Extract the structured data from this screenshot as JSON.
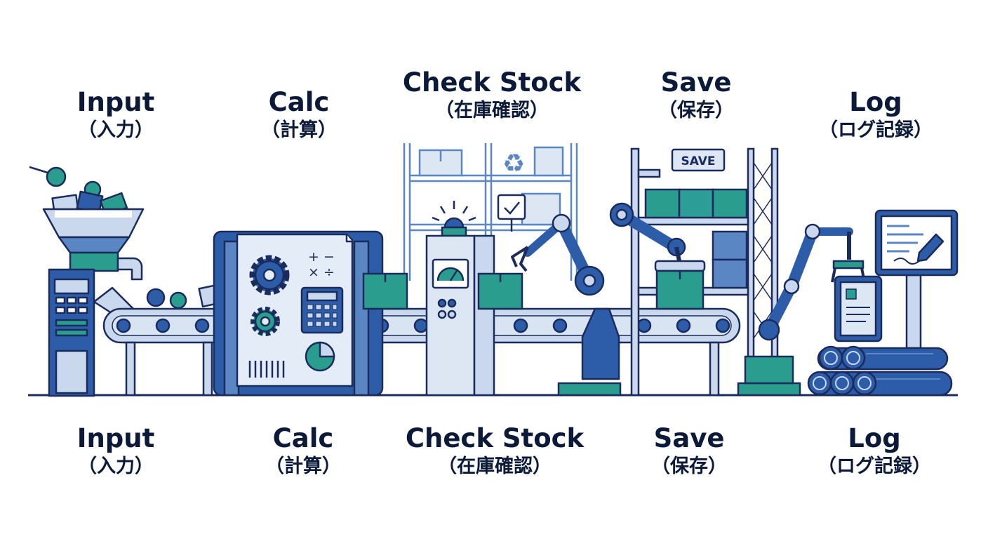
{
  "stages": [
    {
      "en": "Input",
      "jp": "（入力）"
    },
    {
      "en": "Calc",
      "jp": "（計算）"
    },
    {
      "en": "Check Stock",
      "jp": "（在庫確認）"
    },
    {
      "en": "Save",
      "jp": "（保存）"
    },
    {
      "en": "Log",
      "jp": "（ログ記録）"
    }
  ],
  "save_sign": "SAVE",
  "calc_symbols": "+ −\n× ÷",
  "colors": {
    "outline": "#1a2b5c",
    "blue": "#2d5da8",
    "light_blue": "#c9d8ec",
    "teal": "#2a9d8f",
    "shelf": "#5b86c4"
  }
}
